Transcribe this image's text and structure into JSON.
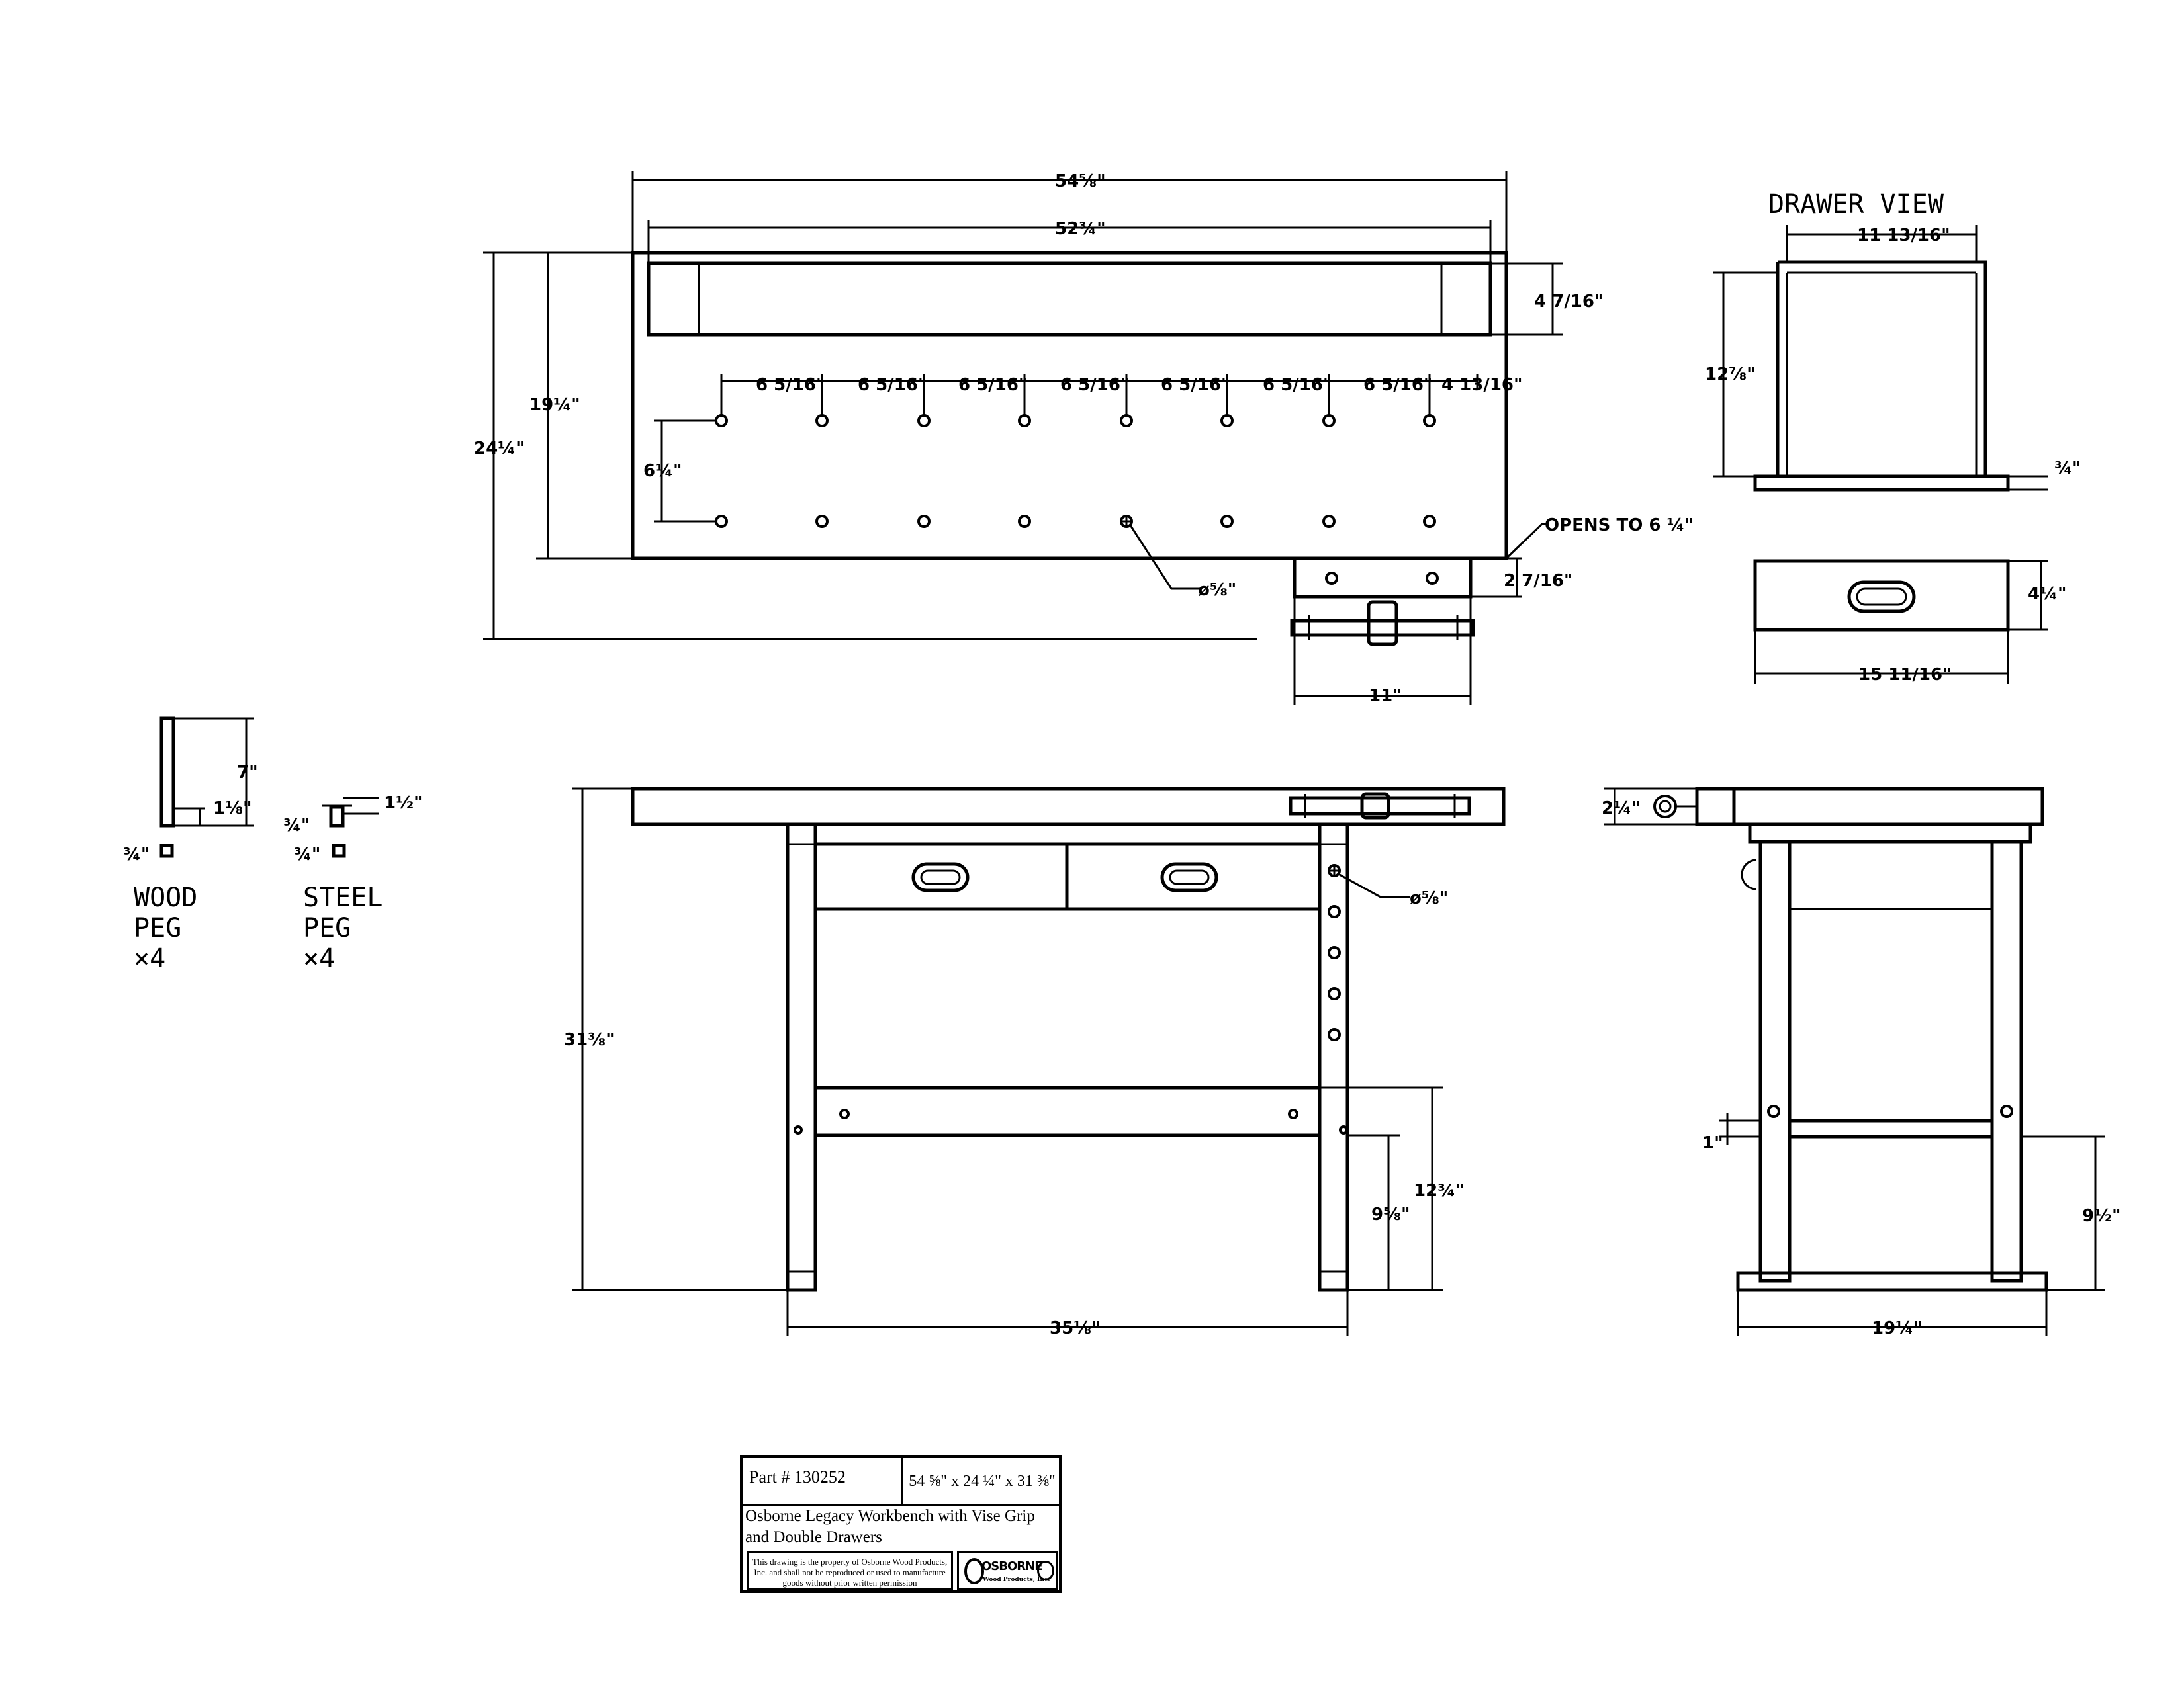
{
  "top_view": {
    "overall_length": "54⅝\"",
    "top_length": "52¾\"",
    "tray_depth": "4 7/16\"",
    "overall_depth": "24¼\"",
    "top_depth": "19¼\"",
    "hole_spacing": [
      "6 5/16\"",
      "6 5/16\"",
      "6 5/16\"",
      "6 5/16\"",
      "6 5/16\"",
      "6 5/16\"",
      "6 5/16\"",
      "4 13/16\""
    ],
    "row_spacing": "6¼\"",
    "hole_dia": "ø⅝\"",
    "vise_opens": "OPENS TO 6 ¼\"",
    "vise_offset": "2 7/16\"",
    "vise_width": "11\""
  },
  "drawer_view": {
    "title": "DRAWER VIEW",
    "inner_width": "11 13/16\"",
    "height": "12⅞\"",
    "bottom_thk": "¾\"",
    "front_height": "4¼\"",
    "front_width": "15 11/16\""
  },
  "pegs": {
    "wood": {
      "label1": "WOOD",
      "label2": "PEG",
      "qty": "×4",
      "height": "7\"",
      "stem": "1⅛\"",
      "section": "¾\""
    },
    "steel": {
      "label1": "STEEL",
      "label2": "PEG",
      "qty": "×4",
      "head": "1½\"",
      "stem": "¾\"",
      "section": "¾\""
    }
  },
  "front_view": {
    "height": "31⅜\"",
    "hole_dia": "ø⅝\"",
    "stretcher_height": "12¾\"",
    "stretcher_lower": "9⅝\"",
    "leg_span": "35⅛\""
  },
  "side_view": {
    "vise_height": "2¼\"",
    "rail_thk": "1\"",
    "rail_height": "9½\"",
    "width": "19¼\""
  },
  "title_block": {
    "part": "Part # 130252",
    "size": "54 ⅝\" x 24 ¼\" x 31 ⅜\"",
    "description": "Osborne Legacy Workbench with Vise Grip and Double Drawers",
    "notice": "This drawing is the property of Osborne Wood Products, Inc. and shall not be reproduced or used to manufacture goods without prior written permission",
    "logo_name": "OSBORNE",
    "logo_sub": "Wood Products, Inc."
  }
}
